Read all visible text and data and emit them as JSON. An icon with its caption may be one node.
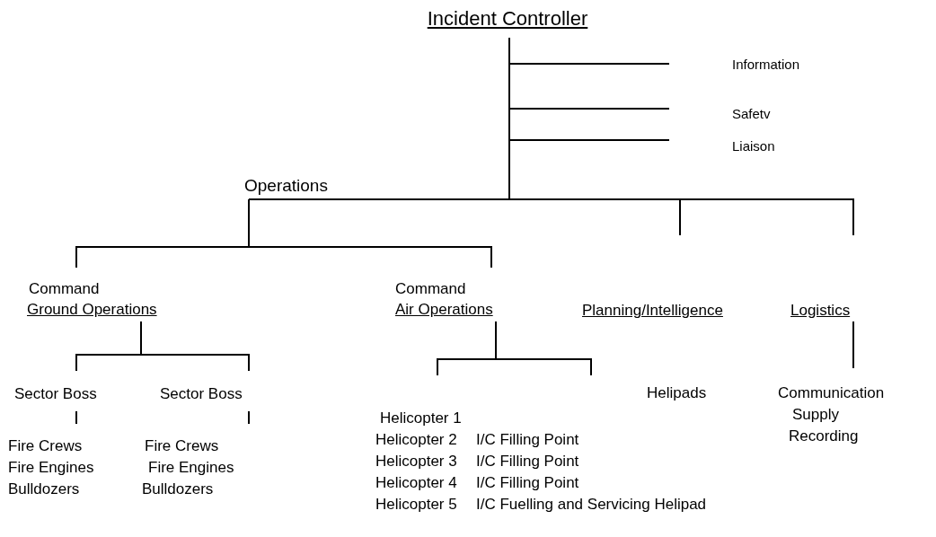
{
  "diagram": {
    "nodes": [
      {
        "text": [
          "Incident Controller"
        ]
      },
      {
        "text": [
          "Information"
        ]
      },
      {
        "text": [
          "Safetv"
        ]
      },
      {
        "text": [
          "Liaison"
        ]
      },
      {
        "text": [
          "Operations"
        ]
      },
      {
        "text": [
          "Command",
          "Ground Operations"
        ]
      },
      {
        "text": [
          "Command",
          "Air Operations"
        ]
      },
      {
        "text": [
          "Planning/Intelligence"
        ]
      },
      {
        "text": [
          "Logistics"
        ]
      },
      {
        "text": [
          "Sector Boss"
        ]
      },
      {
        "text": [
          "Sector Boss"
        ]
      },
      {
        "text": [
          "Fire Crews",
          "Fire Engines",
          "Bulldozers"
        ]
      },
      {
        "text": [
          "Fire Crews",
          "Fire Engines",
          "Bulldozers"
        ]
      },
      {
        "text": [
          "Helicopter 1",
          "Helicopter 2",
          "Helicopter 3",
          "Helicopter 4",
          "Helicopter 5"
        ]
      },
      {
        "text": [
          "Helipads"
        ]
      },
      {
        "text": [
          "Communication",
          "Supply",
          "Recording"
        ]
      }
    ],
    "edges": [
      {
        "from": 0,
        "to": 1,
        "arrow": "none"
      },
      {
        "from": 0,
        "to": 2,
        "arrow": "none"
      },
      {
        "from": 0,
        "to": 3,
        "arrow": "none"
      },
      {
        "from": 0,
        "to": 4,
        "arrow": "none"
      },
      {
        "from": 0,
        "to": 7,
        "arrow": "none"
      },
      {
        "from": 0,
        "to": 8,
        "arrow": "none"
      },
      {
        "from": 4,
        "to": 5,
        "arrow": "none"
      },
      {
        "from": 4,
        "to": 6,
        "arrow": "none"
      },
      {
        "from": 5,
        "to": 9,
        "arrow": "none"
      },
      {
        "from": 5,
        "to": 10,
        "arrow": "none"
      },
      {
        "from": 9,
        "to": 11,
        "arrow": "none"
      },
      {
        "from": 10,
        "to": 12,
        "arrow": "none"
      },
      {
        "from": 6,
        "to": 13,
        "arrow": "none"
      },
      {
        "from": 6,
        "to": 14,
        "arrow": "none"
      },
      {
        "from": 8,
        "to": 15,
        "arrow": "none"
      }
    ],
    "labels": [
      "I/C Filling Point",
      "I/C Filling Point",
      "I/C Filling Point",
      "I/C Fuelling and Servicing Helipad"
    ]
  }
}
